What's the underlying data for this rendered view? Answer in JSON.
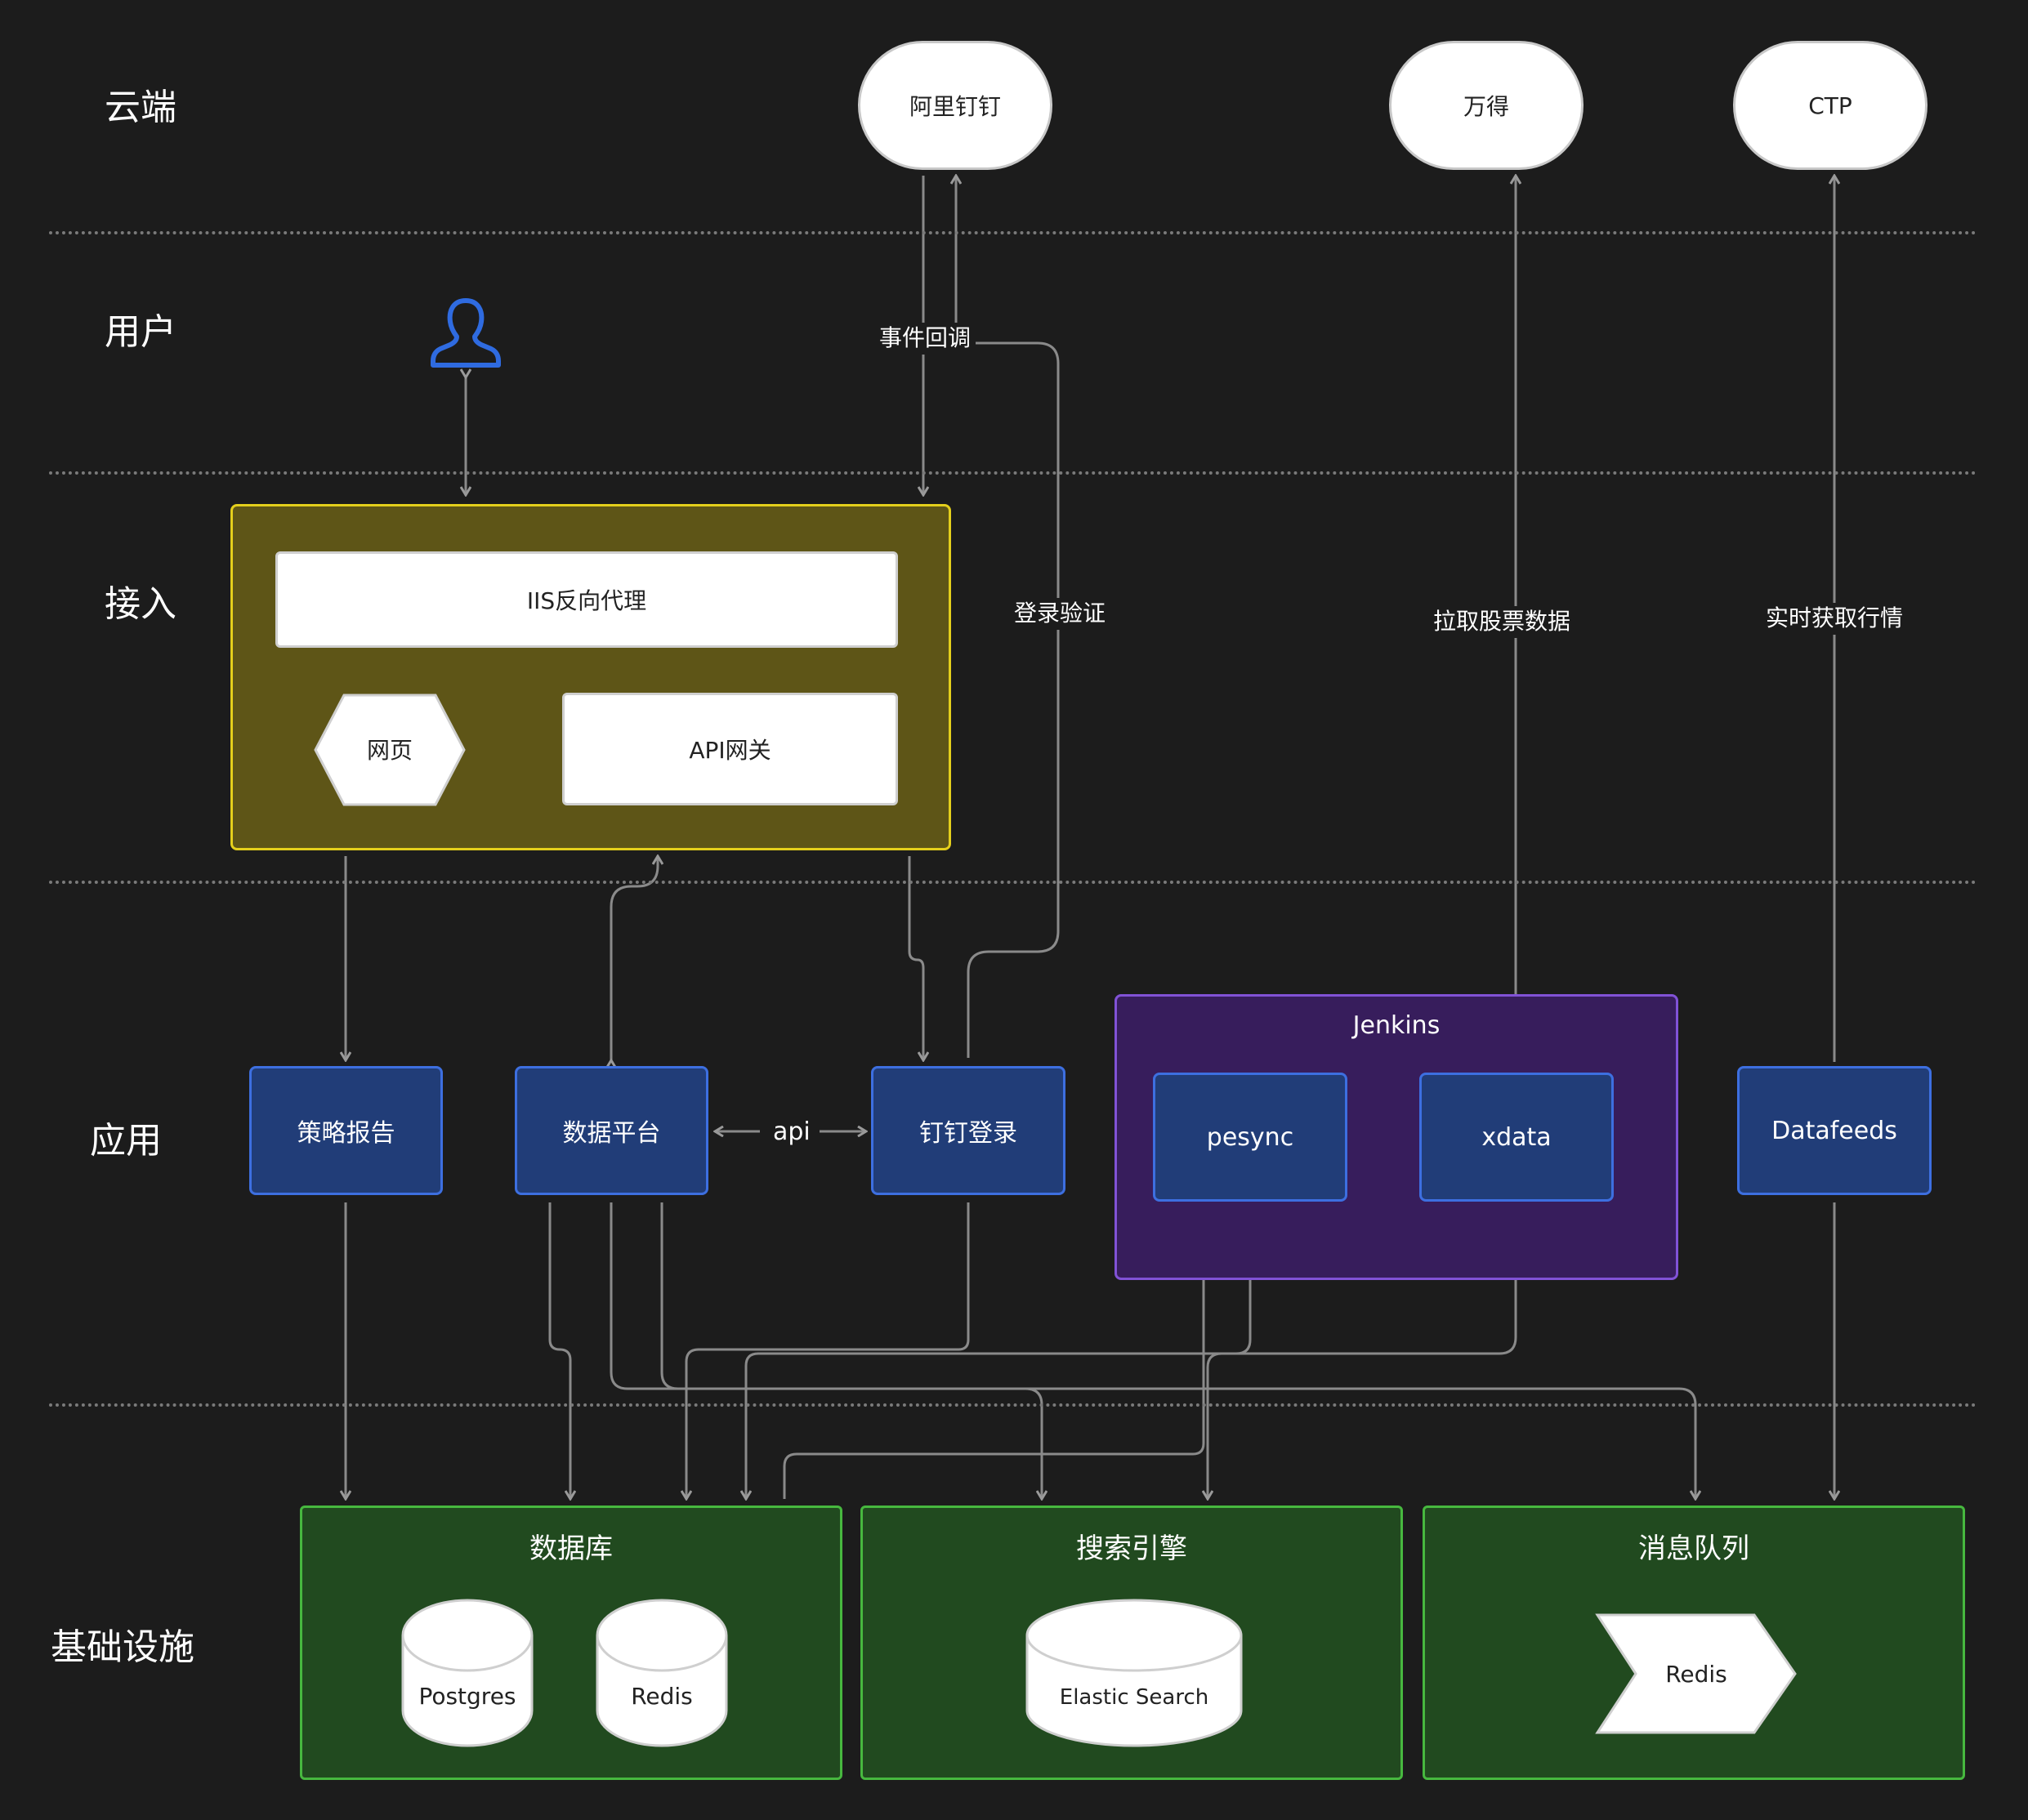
{
  "layers": {
    "cloud": "云端",
    "user": "用户",
    "access": "接入",
    "app": "应用",
    "infra": "基础设施"
  },
  "cloud_nodes": {
    "dingtalk": "阿里钉钉",
    "wind": "万得",
    "ctp": "CTP"
  },
  "access": {
    "iis": "IIS反向代理",
    "webpage": "网页",
    "api_gateway": "API网关"
  },
  "apps": {
    "strategy_report": "策略报告",
    "data_platform": "数据平台",
    "dingtalk_login": "钉钉登录",
    "jenkins": "Jenkins",
    "pesync": "pesync",
    "xdata": "xdata",
    "datafeeds": "Datafeeds"
  },
  "edge_labels": {
    "event_callback": "事件回调",
    "login_verify": "登录验证",
    "pull_stock": "拉取股票数据",
    "realtime_quotes": "实时获取行情",
    "api": "api"
  },
  "infra": {
    "database": {
      "title": "数据库",
      "postgres": "Postgres",
      "redis": "Redis"
    },
    "search": {
      "title": "搜索引擎",
      "elastic": "Elastic Search"
    },
    "mq": {
      "title": "消息队列",
      "redis": "Redis"
    }
  },
  "colors": {
    "background": "#1c1c1c",
    "access_fill": "#5e5517",
    "access_border": "#e4cf1c",
    "app_fill": "#213d78",
    "app_border": "#3d6fe0",
    "jenkins_fill": "#371d5c",
    "jenkins_border": "#8152d6",
    "infra_fill": "#214a1f",
    "infra_border": "#47b83f",
    "user_icon": "#2f6be0"
  }
}
